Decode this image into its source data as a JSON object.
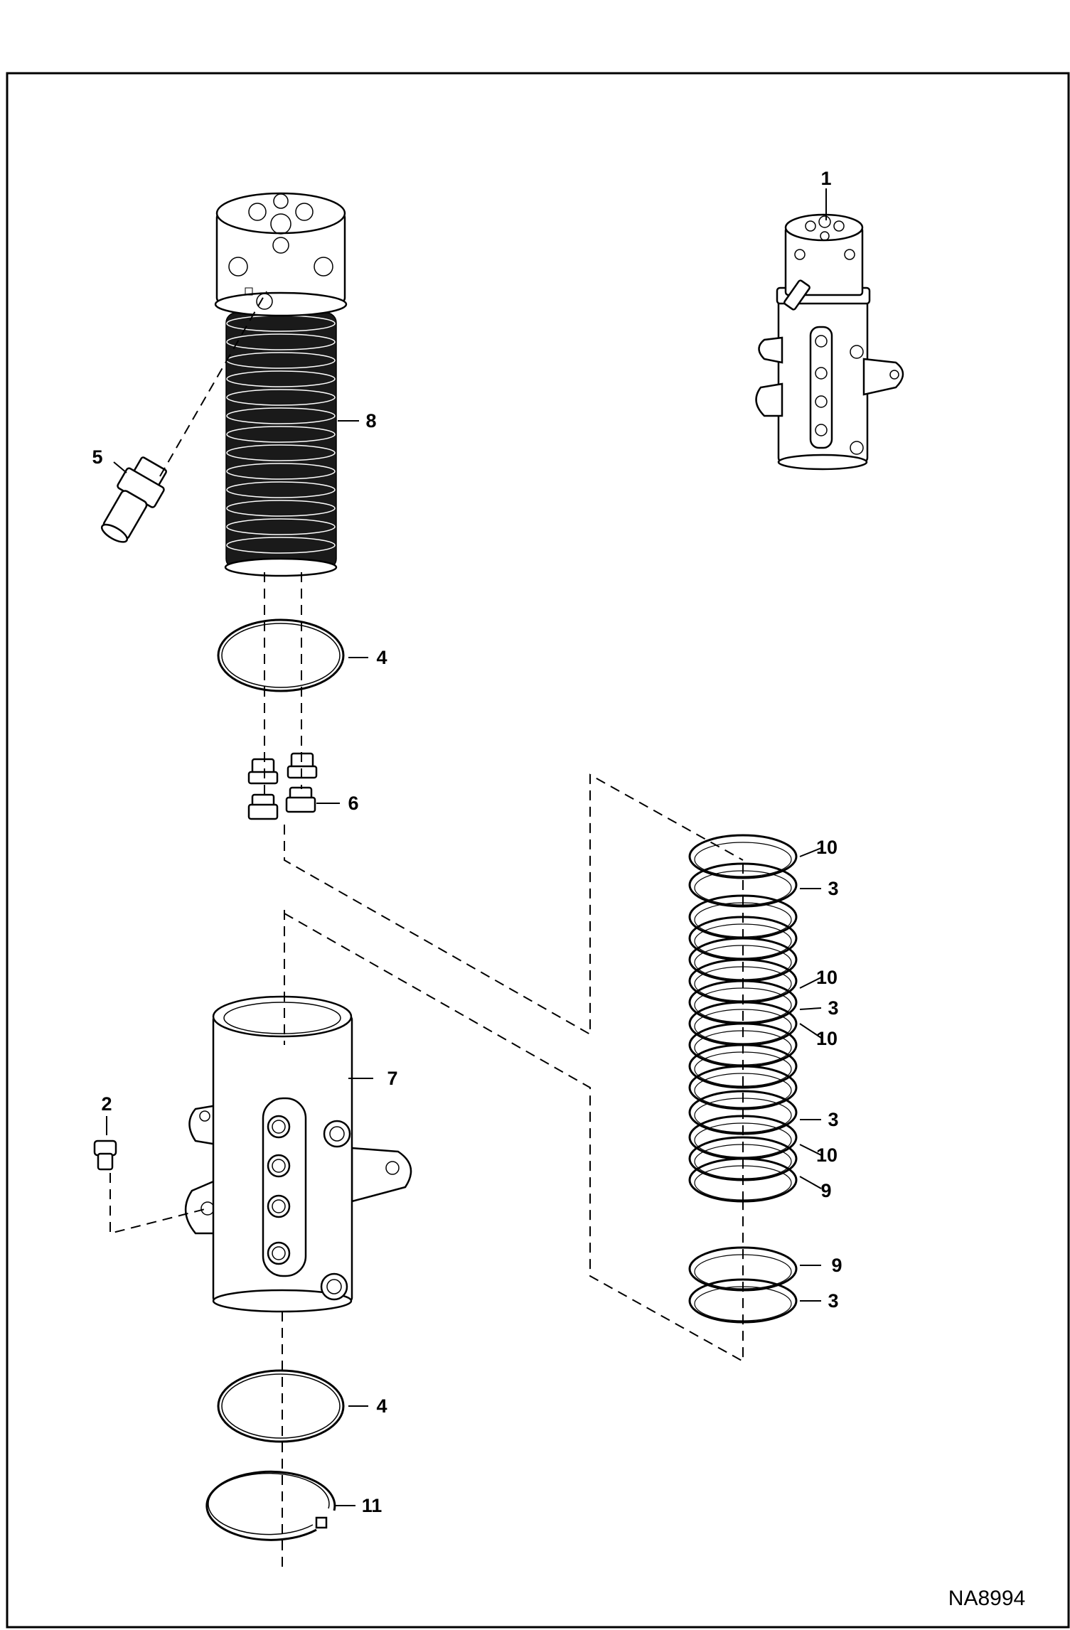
{
  "diagram": {
    "code": "NA8994",
    "callouts": {
      "c1": "1",
      "c2": "2",
      "c3a": "3",
      "c3b": "3",
      "c3c": "3",
      "c3d": "3",
      "c4a": "4",
      "c4b": "4",
      "c5": "5",
      "c6": "6",
      "c7": "7",
      "c8": "8",
      "c9a": "9",
      "c9b": "9",
      "c10a": "10",
      "c10b": "10",
      "c10c": "10",
      "c10d": "10",
      "c11": "11"
    }
  }
}
